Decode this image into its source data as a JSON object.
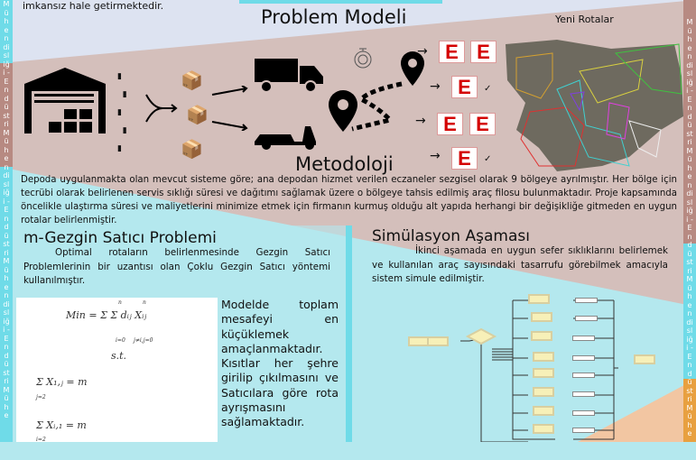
{
  "top_text": "imkansız hale getirmektedir.",
  "problem_model": {
    "title": "Problem Modeli",
    "map_title": "Yeni Rotalar",
    "pharmacy_letter": "E",
    "check": "✓",
    "arrow": "→"
  },
  "methodology": {
    "title": "Metodoloji",
    "text": "Depoda uygulanmakta olan mevcut sisteme göre; ana depodan hizmet verilen eczaneler sezgisel olarak 9 bölgeye ayrılmıştır. Her bölge için tecrübi olarak belirlenen servis sıklığı süresi ve dağıtımı sağlamak üzere o bölgeye tahsis edilmiş araç filosu bulunmaktadır. Proje kapsamında öncelikle ulaştırma süresi ve maliyetlerini minimize etmek için firmanın kurmuş olduğu alt yapıda herhangi bir değişikliğe gitmeden en uygun rotalar belirlenmiştir."
  },
  "mtsp": {
    "title": "m-Gezgin Satıcı Problemi",
    "text": "Optimal rotaların belirlenmesinde Gezgin Satıcı Problemlerinin bir uzantısı olan Çoklu Gezgin Satıcı yöntemi kullanılmıştır.",
    "formula_objective": "Min = Σ Σ dᵢⱼ Xᵢⱼ",
    "formula_obj_limits_1": "i=0",
    "formula_obj_limits_2": "j≠i,j=0",
    "formula_st": "s.t.",
    "formula_c1": "Σ X₁,ⱼ = m",
    "formula_c1_limit": "j=2",
    "formula_c2": "Σ Xᵢ,₁ = m",
    "formula_c2_limit": "i=2",
    "formula_n": "n",
    "description": "Modelde toplam mesafeyi en küçüklemek amaçlanmaktadır. Kısıtlar her şehre girilip çıkılmasını ve Satıcılara göre rota ayrışmasını sağlamaktadır."
  },
  "simulation": {
    "title": "Simülasyon Aşaması",
    "text": "İkinci aşamada en uygun sefer sıklıklarını belirlemek ve kullanılan araç sayısındaki tasarrufu görebilmek amacıyla sistem simule edilmiştir."
  },
  "side_strip": {
    "text": "Mühendisliği - Endüstri Mühendisliği - Endüstri Mühendisliği - Endüstri Mühe"
  },
  "colors": {
    "lavender": "#dde3f1",
    "rose": "#d4bfbb",
    "cyan": "#b4e8ee",
    "peach": "#f2c6a2",
    "strip_cyan": "#6fdbe8",
    "strip_brown": "#b78a82",
    "pharmacy_red": "#d40000"
  }
}
